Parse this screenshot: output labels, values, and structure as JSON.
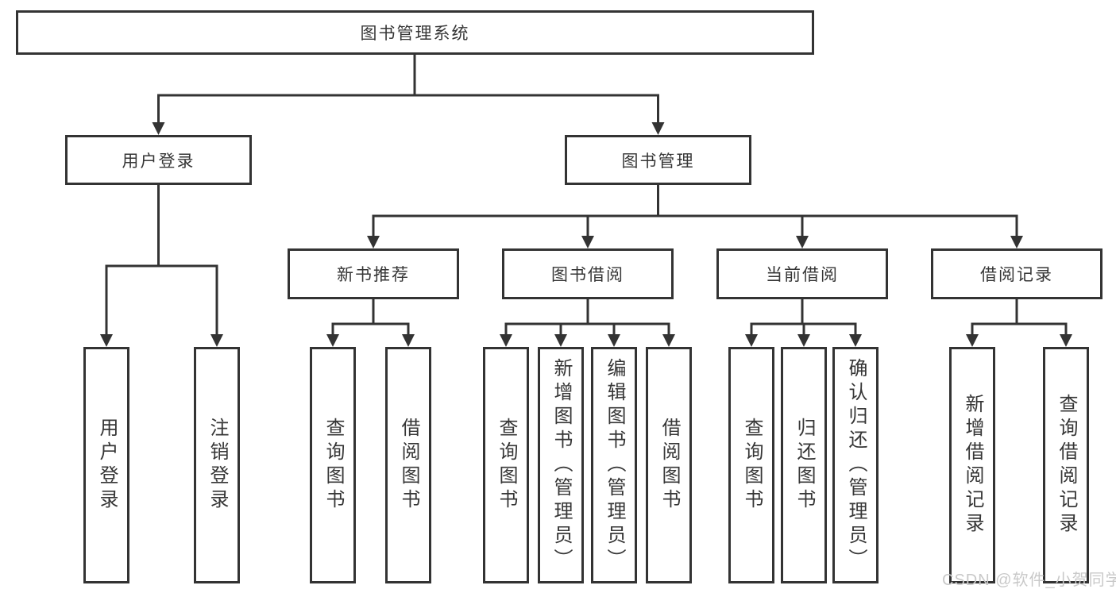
{
  "diagram": {
    "root": {
      "label": "图书管理系统"
    },
    "children": [
      {
        "label": "用户登录",
        "children": [
          {
            "label": "用户登录"
          },
          {
            "label": "注销登录"
          }
        ]
      },
      {
        "label": "图书管理",
        "children": [
          {
            "label": "新书推荐",
            "children": [
              {
                "label": "查询图书"
              },
              {
                "label": "借阅图书"
              }
            ]
          },
          {
            "label": "图书借阅",
            "children": [
              {
                "label": "查询图书"
              },
              {
                "label": "新增图书（管理员）"
              },
              {
                "label": "编辑图书（管理员）"
              },
              {
                "label": "借阅图书"
              }
            ]
          },
          {
            "label": "当前借阅",
            "children": [
              {
                "label": "查询图书"
              },
              {
                "label": "归还图书"
              },
              {
                "label": "确认归还（管理员）"
              }
            ]
          },
          {
            "label": "借阅记录",
            "children": [
              {
                "label": "新增借阅记录"
              },
              {
                "label": "查询借阅记录"
              }
            ]
          }
        ]
      }
    ]
  },
  "watermark": "CSDN @软件_小贺同学",
  "colors": {
    "line": "#333333",
    "node_border": "#333333",
    "node_text": "#363636",
    "watermark_text": "#c9c9c9",
    "background": "#ffffff"
  }
}
